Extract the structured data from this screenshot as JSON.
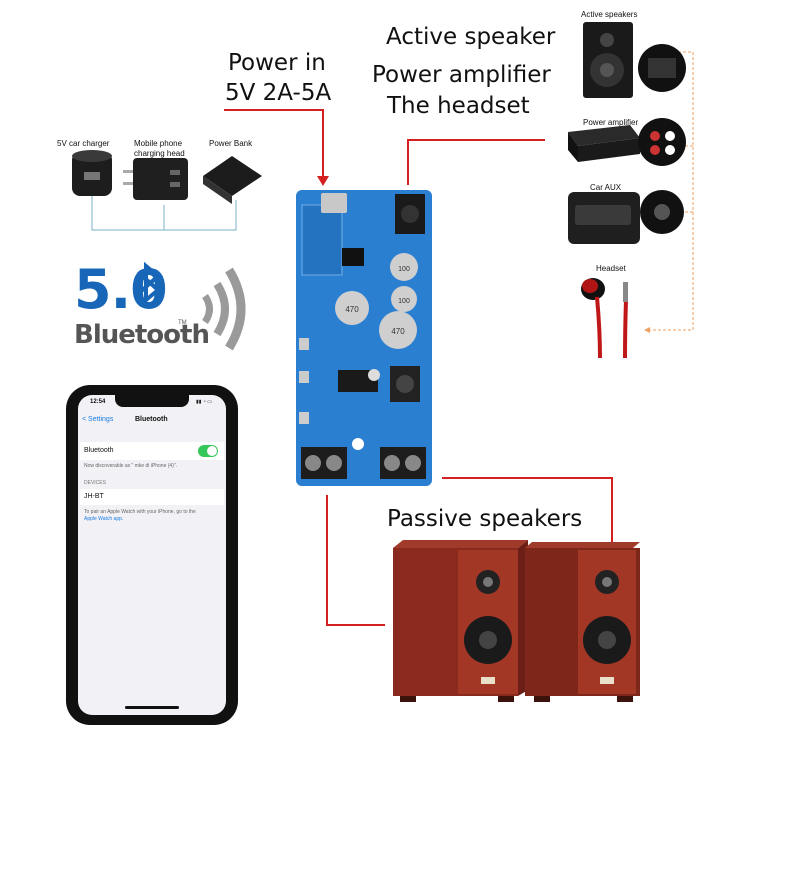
{
  "labels": {
    "power_in_line1": "Power in",
    "power_in_line2": "5V 2A-5A",
    "active_speaker": "Active speaker",
    "power_amplifier": "Power amplifier",
    "the_headset": "The headset",
    "passive_speakers": "Passive speakers"
  },
  "sources": {
    "car_charger": "5V car charger",
    "phone_head_line1": "Mobile phone",
    "phone_head_line2": "charging head",
    "power_bank": "Power Bank"
  },
  "outputs": {
    "active_speakers": "Active speakers",
    "power_amplifier": "Power amplifier",
    "car_aux": "Car AUX",
    "headset": "Headset"
  },
  "bluetooth_logo": {
    "version": "5.0",
    "word": "Bluetooth",
    "tm": "TM"
  },
  "phone": {
    "time": "12:54",
    "back": "< Settings",
    "title": "Bluetooth",
    "bluetooth_row": "Bluetooth",
    "toggle_on": true,
    "discoverable": "Now discoverable as \"  mke di  iPhone (4)\".",
    "devices_header": "DEVICES",
    "device_name": "JH-BT",
    "pair_note": "To pair an Apple Watch with your iPhone, go to the",
    "watch_app": "Apple Watch app."
  },
  "colors": {
    "wire_red": "#d42020",
    "wire_blue": "#7ab3c7",
    "wire_orange": "#f0a060",
    "board_blue": "#2b7fd0",
    "bt_blue": "#1766b8",
    "speaker_wood": "#8a2a1e"
  }
}
